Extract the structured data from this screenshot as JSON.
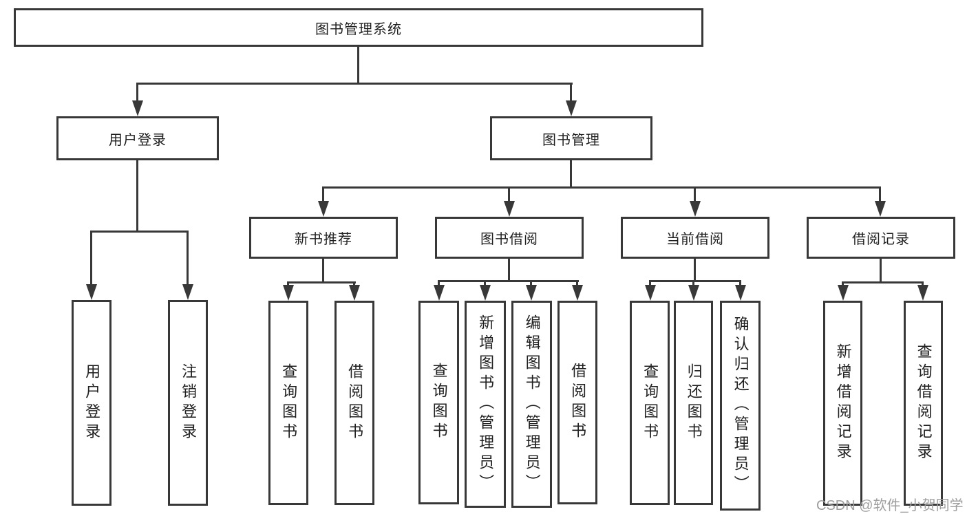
{
  "tree": {
    "root": "图书管理系统",
    "level2": {
      "user_login": "用户登录",
      "book_management": "图书管理"
    },
    "level3": {
      "new_book_recommend": "新书推荐",
      "book_borrowing": "图书借阅",
      "current_borrowing": "当前借阅",
      "borrowing_records": "借阅记录"
    },
    "leaves": {
      "user_login": [
        "用户登录",
        "注销登录"
      ],
      "new_book_recommend": [
        "查询图书",
        "借阅图书"
      ],
      "book_borrowing": [
        "查询图书",
        "新增图书（管理员）",
        "编辑图书（管理员）",
        "借阅图书"
      ],
      "current_borrowing": [
        "查询图书",
        "归还图书",
        "确认归还（管理员）"
      ],
      "borrowing_records": [
        "新增借阅记录",
        "查询借阅记录"
      ]
    }
  },
  "watermark": "CSDN @软件_小贺同学",
  "colors": {
    "line": "#383838",
    "text": "#1f1f1f",
    "watermark": "#9e9e9e",
    "background": "#ffffff"
  }
}
